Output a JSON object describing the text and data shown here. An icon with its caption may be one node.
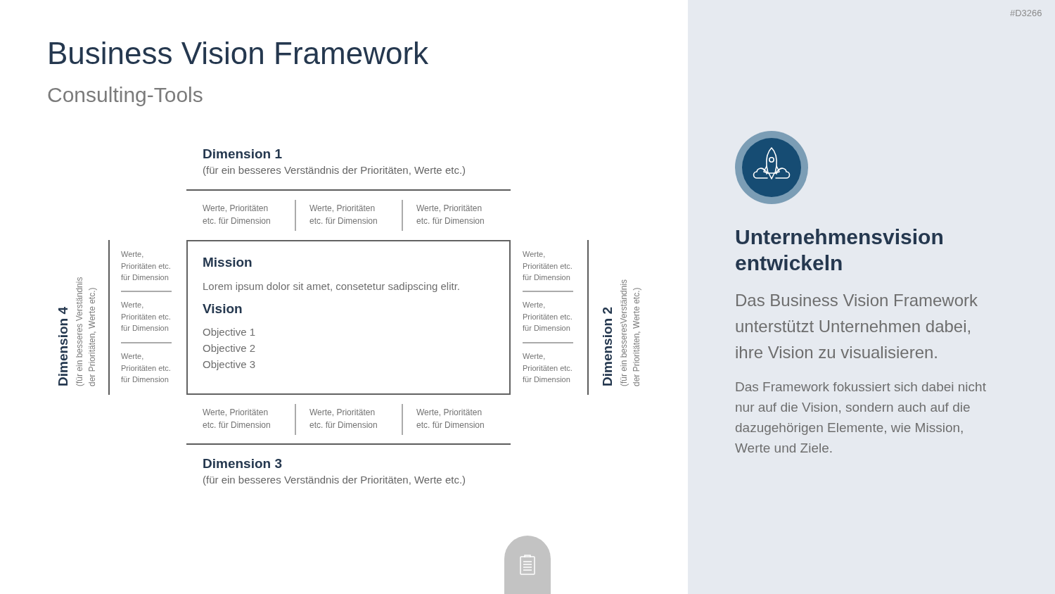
{
  "diagram": {
    "title": "Business Vision Framework",
    "nodes": [
      {
        "text": [
          "Mission",
          "Lorem ipsum dolor sit amet, consetetur sadipscing elitr.",
          "Vision",
          "Objective 1",
          "Objective 2",
          "Objective 3"
        ]
      },
      {
        "text": [
          "Unternehmensvision entwickeln",
          "Das Business Vision Framework unterstützt Unternehmen dabei, ihre Vision zu visualisieren.",
          "Das Framework fokussiert sich dabei nicht nur auf die Vision, sondern auch auf die dazugehörigen Elemente, wie Mission, Werte und Ziele."
        ]
      }
    ],
    "labels": [
      "#D3266",
      "Consulting-Tools",
      "Dimension 1",
      "(für ein besseres Verständnis der Prioritäten, Werte etc.)",
      "Werte, Prioritäten etc. für Dimension",
      "Werte, Prioritäten etc. für Dimension",
      "Werte, Prioritäten etc. für Dimension",
      "Dimension 4",
      "(für ein besseres Verständnis der Prioritäten, Werte etc.)",
      "Werte, Prioritäten etc. für Dimension",
      "Werte, Prioritäten etc. für Dimension",
      "Werte, Prioritäten etc. für Dimension",
      "Werte, Prioritäten etc. für Dimension",
      "Werte, Prioritäten etc. für Dimension",
      "Werte, Prioritäten etc. für Dimension",
      "Dimension 2",
      "(für ein besseresVerständnis der Prioritäten, Werte etc.)",
      "Werte, Prioritäten etc. für Dimension",
      "Werte, Prioritäten etc. für Dimension",
      "Werte, Prioritäten etc. für Dimension",
      "Dimension 3",
      "(für ein besseres Verständnis der Prioritäten, Werte etc.)"
    ]
  }
}
